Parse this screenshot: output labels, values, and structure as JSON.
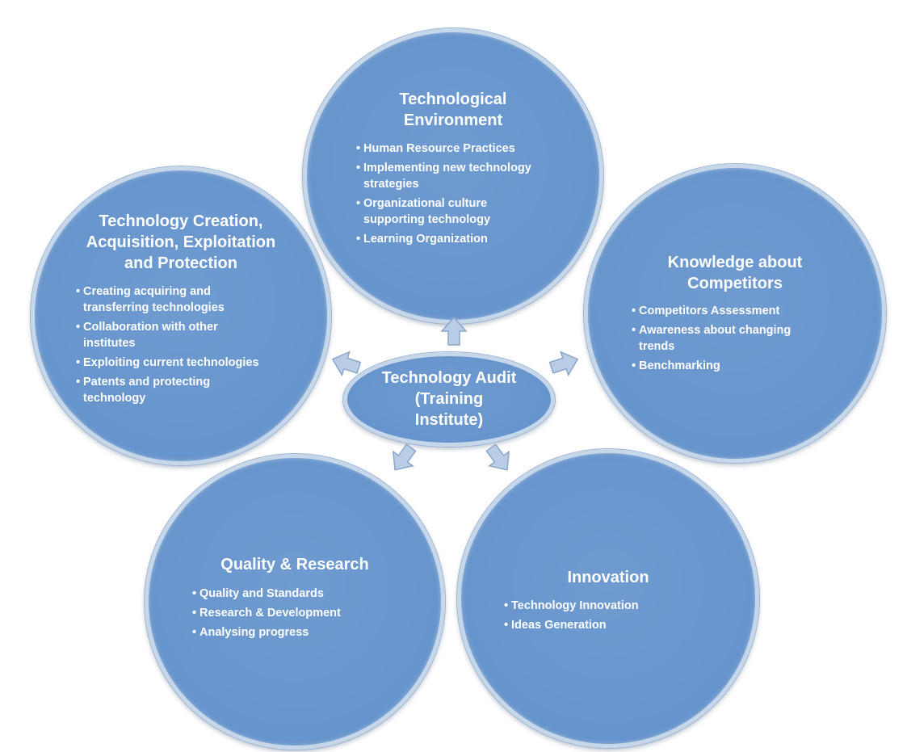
{
  "center": {
    "title_lines": [
      "Technology Audit",
      "(Training",
      "Institute)"
    ]
  },
  "nodes": {
    "technological_environment": {
      "title_lines": [
        "Technological",
        "Environment"
      ],
      "bullets": [
        {
          "lines": [
            "Human Resource Practices"
          ]
        },
        {
          "lines": [
            "Implementing new technology",
            "strategies"
          ]
        },
        {
          "lines": [
            "Organizational culture",
            "supporting technology"
          ]
        },
        {
          "lines": [
            "Learning Organization"
          ]
        }
      ]
    },
    "technology_creation": {
      "title_lines": [
        "Technology Creation,",
        "Acquisition, Exploitation",
        "and Protection"
      ],
      "bullets": [
        {
          "lines": [
            "Creating acquiring and",
            "transferring technologies"
          ]
        },
        {
          "lines": [
            "Collaboration with other",
            "institutes"
          ]
        },
        {
          "lines": [
            "Exploiting current technologies"
          ]
        },
        {
          "lines": [
            "Patents and protecting",
            "technology"
          ]
        }
      ]
    },
    "knowledge_about_competitors": {
      "title_lines": [
        "Knowledge about",
        "Competitors"
      ],
      "bullets": [
        {
          "lines": [
            "Competitors Assessment"
          ]
        },
        {
          "lines": [
            "Awareness about changing",
            "trends"
          ]
        },
        {
          "lines": [
            "Benchmarking"
          ]
        }
      ]
    },
    "quality_research": {
      "title_lines": [
        "Quality & Research"
      ],
      "bullets": [
        {
          "lines": [
            "Quality and Standards"
          ]
        },
        {
          "lines": [
            "Research & Development"
          ]
        },
        {
          "lines": [
            "Analysing progress"
          ]
        }
      ]
    },
    "innovation": {
      "title_lines": [
        "Innovation"
      ],
      "bullets": [
        {
          "lines": [
            "Technology Innovation"
          ]
        },
        {
          "lines": [
            "Ideas Generation"
          ]
        }
      ]
    }
  },
  "colors": {
    "circle_fill": "#6694cc",
    "circle_border": "#c7d7ea",
    "text": "#ffffff",
    "arrow_fill": "#b9cde6",
    "arrow_stroke": "#8aa6c9"
  },
  "arrow_icon": "block-arrow-icon"
}
